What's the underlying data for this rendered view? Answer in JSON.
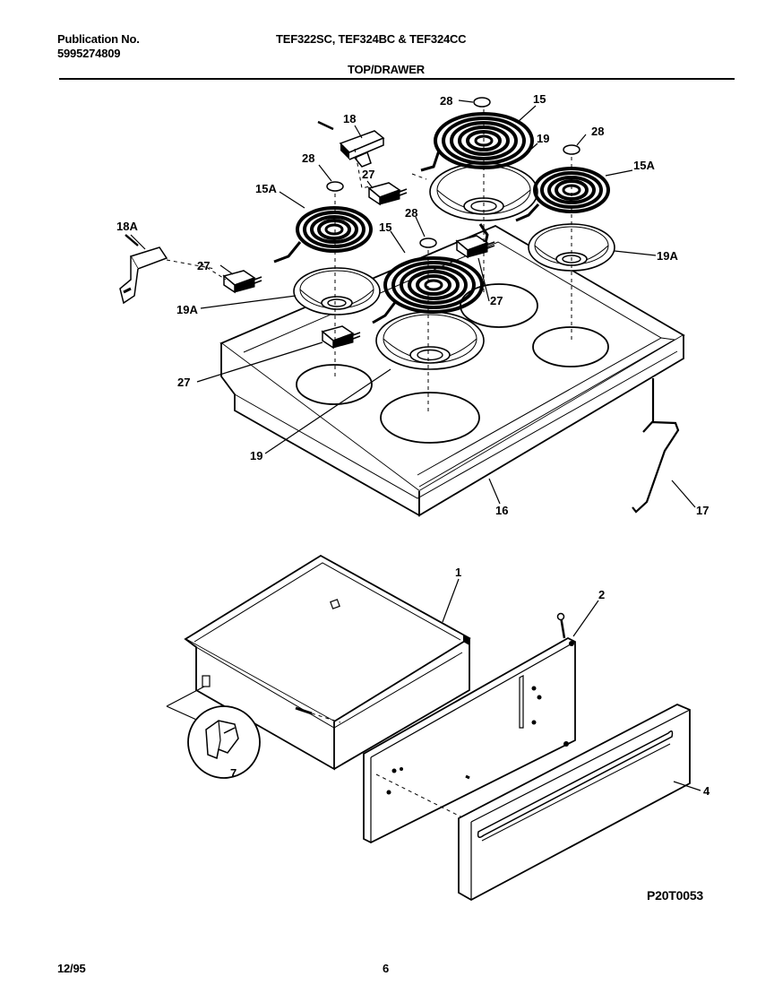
{
  "header": {
    "publication_label": "Publication No.",
    "publication_number": "5995274809",
    "models": "TEF322SC, TEF324BC & TEF324CC",
    "section": "TOP/DRAWER"
  },
  "footer": {
    "figure_code": "P20T0053",
    "date": "12/95",
    "page": "6"
  },
  "callouts": {
    "c28_top": "28",
    "c15_top": "15",
    "c18": "18",
    "c19_top": "19",
    "c28_right": "28",
    "c28_left": "28",
    "c27_upper": "27",
    "c15a_right": "15A",
    "c15a_left": "15A",
    "c18a": "18A",
    "c28_mid": "28",
    "c15_mid": "15",
    "c27_left": "27",
    "c19a_right": "19A",
    "c27_mid": "27",
    "c19a_left": "19A",
    "c27_lower": "27",
    "c19_lower": "19",
    "c16": "16",
    "c17": "17",
    "c1": "1",
    "c2": "2",
    "c4": "4",
    "c7": "7"
  }
}
